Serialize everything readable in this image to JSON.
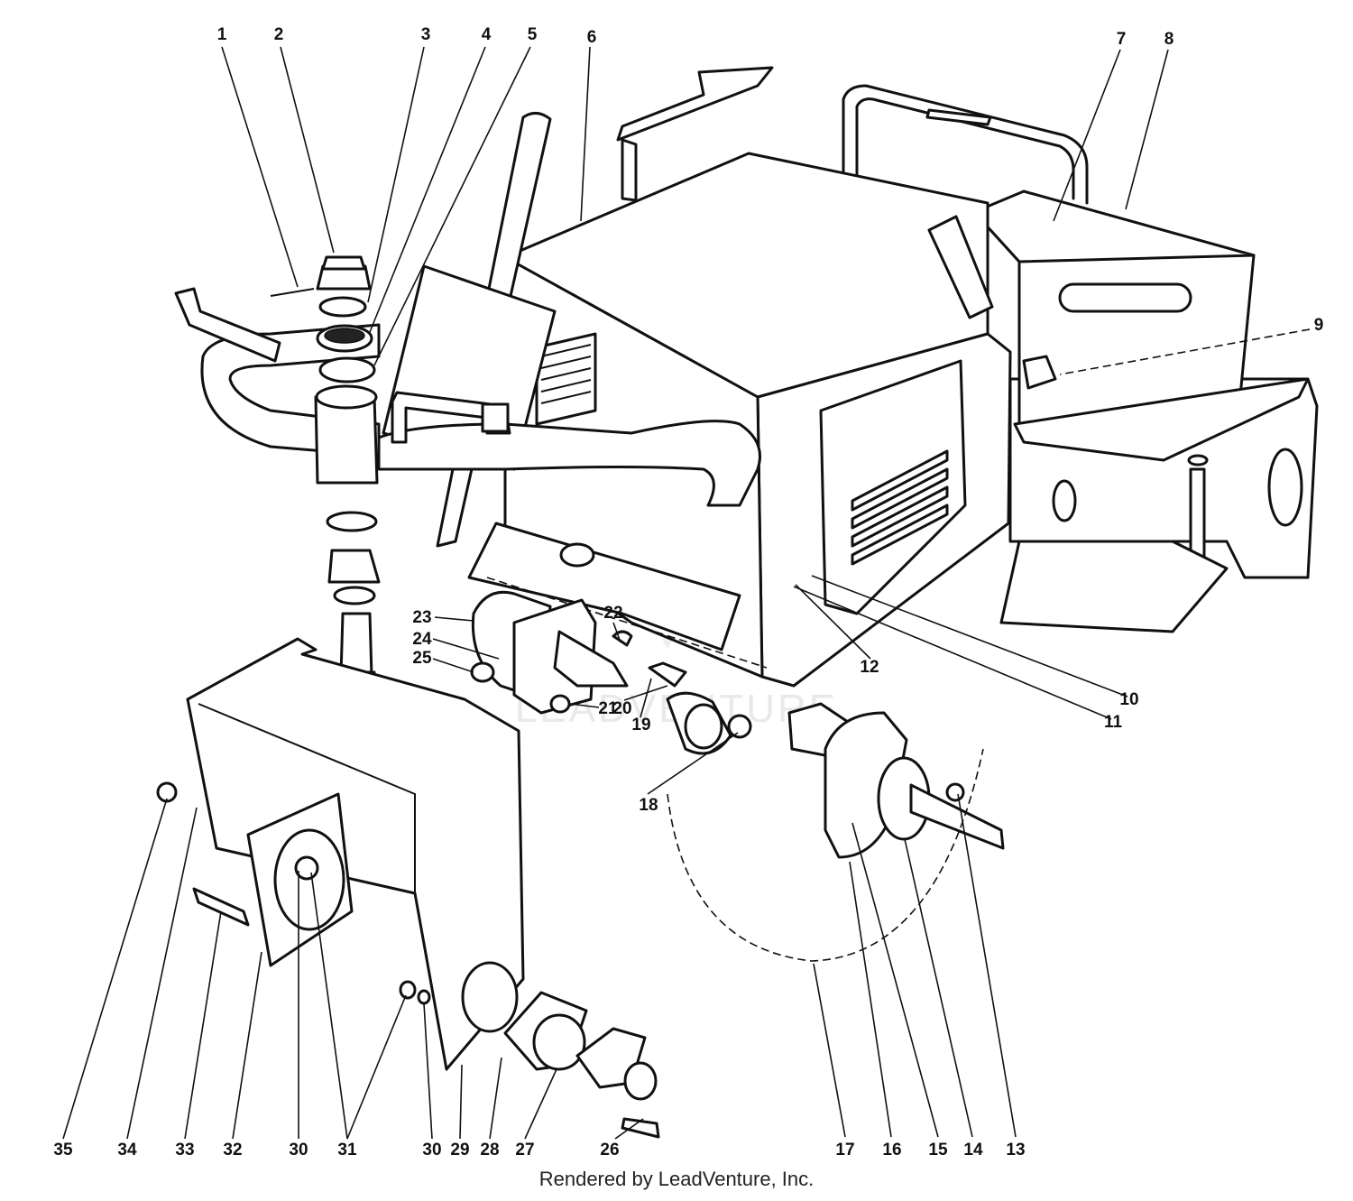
{
  "diagram": {
    "callouts": [
      {
        "label": "1"
      },
      {
        "label": "2"
      },
      {
        "label": "3"
      },
      {
        "label": "4"
      },
      {
        "label": "5"
      },
      {
        "label": "6"
      },
      {
        "label": "7"
      },
      {
        "label": "8"
      },
      {
        "label": "9"
      },
      {
        "label": "10"
      },
      {
        "label": "11"
      },
      {
        "label": "12"
      },
      {
        "label": "13"
      },
      {
        "label": "14"
      },
      {
        "label": "15"
      },
      {
        "label": "16"
      },
      {
        "label": "17"
      },
      {
        "label": "18"
      },
      {
        "label": "19"
      },
      {
        "label": "20"
      },
      {
        "label": "21"
      },
      {
        "label": "22"
      },
      {
        "label": "23"
      },
      {
        "label": "24"
      },
      {
        "label": "25"
      },
      {
        "label": "26"
      },
      {
        "label": "27"
      },
      {
        "label": "28"
      },
      {
        "label": "29"
      },
      {
        "label": "30"
      },
      {
        "label": "31"
      },
      {
        "label": "30"
      },
      {
        "label": "32"
      },
      {
        "label": "33"
      },
      {
        "label": "34"
      },
      {
        "label": "35"
      }
    ],
    "watermark": "LEADVENTURE"
  },
  "footer": {
    "credit": "Rendered by LeadVenture, Inc."
  }
}
